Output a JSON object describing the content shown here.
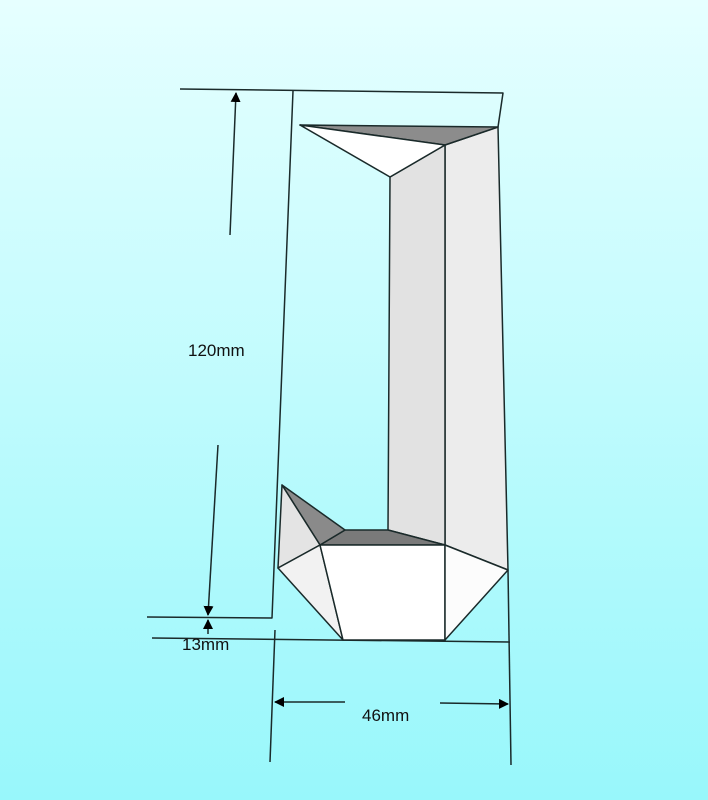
{
  "dimensions": {
    "height": "120mm",
    "base": "13mm",
    "width": "46mm"
  },
  "colors": {
    "line": "#1a2a2a",
    "dark_face": "#8a8a8a",
    "light_face": "#e6e6e6",
    "white_face": "#ffffff"
  }
}
